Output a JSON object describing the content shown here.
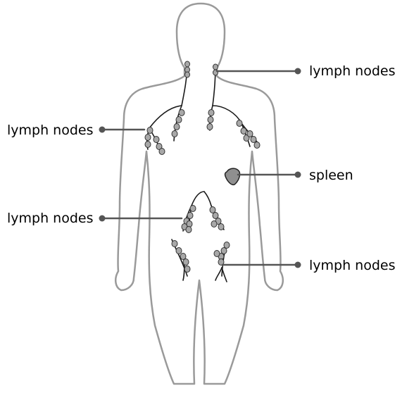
{
  "diagram": {
    "labels": {
      "right_top": "lymph nodes",
      "left_top": "lymph nodes",
      "spleen": "spleen",
      "left_bottom": "lymph nodes",
      "right_bottom": "lymph nodes"
    },
    "colors": {
      "body_outline": "#9a9a9a",
      "vessel": "#1a1a1a",
      "node_fill": "#a8a8a8",
      "node_stroke": "#333333",
      "spleen_fill": "#8f8f8f",
      "leader_line": "#555555",
      "dot": "#555555",
      "text": "#000000"
    }
  }
}
